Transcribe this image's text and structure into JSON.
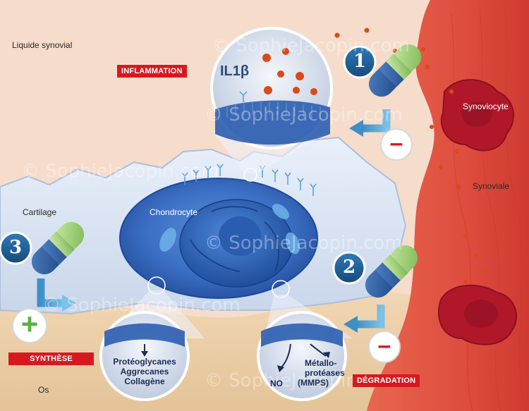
{
  "labels": {
    "liquide": "Liquide synovial",
    "cartilage": "Cartilage",
    "os": "Os",
    "chondrocyte": "Chondrocyte",
    "synoviocyte": "Synoviocyte",
    "synoviale": "Synoviale",
    "il1b": "IL1β"
  },
  "tags": {
    "inflammation": "INFLAMMATION",
    "synthese": "SYNTHÈSE",
    "degradation": "DÉGRADATION"
  },
  "steps": {
    "one": "1",
    "two": "2",
    "three": "3"
  },
  "signs": {
    "minus": "–",
    "plus": "+"
  },
  "left_circle": {
    "line1": "Protéoglycanes",
    "line2": "Aggrecanes",
    "line3": "Collagène"
  },
  "right_circle": {
    "no": "NO",
    "metal1": "Métallo-",
    "metal2": "protéases",
    "mmps": "(MMPS)"
  },
  "watermark": "© SophieJacopin.com",
  "colors": {
    "inflammation_red": "#d8181f",
    "capsule_blue": "#2e5b9a",
    "capsule_green": "#9bcf6e",
    "step_circle": "#1f5a8f",
    "plus_green": "#56b33c"
  }
}
